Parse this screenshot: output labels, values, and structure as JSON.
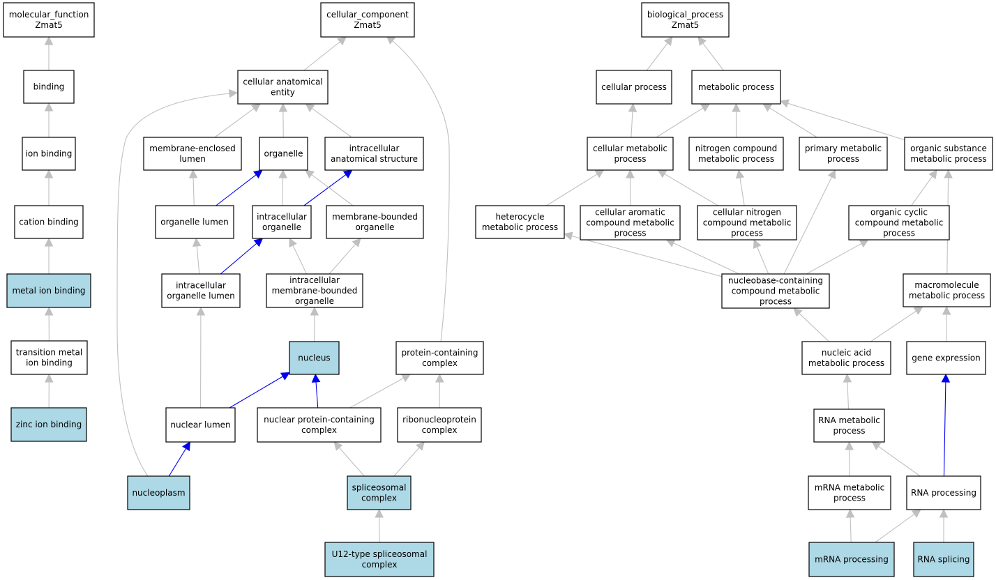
{
  "colors": {
    "highlight_fill": "#add8e6",
    "default_fill": "#ffffff",
    "edge_grey": "#c0c0c0",
    "edge_blue": "#0000ee"
  },
  "nodes": [
    {
      "id": "mf_root",
      "lines": [
        "molecular_function",
        "Zmat5"
      ],
      "highlight": false
    },
    {
      "id": "binding",
      "lines": [
        "binding"
      ],
      "highlight": false
    },
    {
      "id": "ion_binding",
      "lines": [
        "ion binding"
      ],
      "highlight": false
    },
    {
      "id": "cation_binding",
      "lines": [
        "cation binding"
      ],
      "highlight": false
    },
    {
      "id": "metal_ion_binding",
      "lines": [
        "metal ion binding"
      ],
      "highlight": true
    },
    {
      "id": "transition_metal",
      "lines": [
        "transition metal",
        "ion binding"
      ],
      "highlight": false
    },
    {
      "id": "zinc_ion_binding",
      "lines": [
        "zinc ion binding"
      ],
      "highlight": true
    },
    {
      "id": "cc_root",
      "lines": [
        "cellular_component",
        "Zmat5"
      ],
      "highlight": false
    },
    {
      "id": "cae",
      "lines": [
        "cellular anatomical",
        "entity"
      ],
      "highlight": false
    },
    {
      "id": "mem_encl_lumen",
      "lines": [
        "membrane-enclosed",
        "lumen"
      ],
      "highlight": false
    },
    {
      "id": "organelle",
      "lines": [
        "organelle"
      ],
      "highlight": false
    },
    {
      "id": "intra_anat",
      "lines": [
        "intracellular",
        "anatomical structure"
      ],
      "highlight": false
    },
    {
      "id": "organelle_lumen",
      "lines": [
        "organelle lumen"
      ],
      "highlight": false
    },
    {
      "id": "intra_organelle",
      "lines": [
        "intracellular",
        "organelle"
      ],
      "highlight": false
    },
    {
      "id": "mem_bound_org",
      "lines": [
        "membrane-bounded",
        "organelle"
      ],
      "highlight": false
    },
    {
      "id": "intra_org_lumen",
      "lines": [
        "intracellular",
        "organelle lumen"
      ],
      "highlight": false
    },
    {
      "id": "intra_mem_bound",
      "lines": [
        "intracellular",
        "membrane-bounded",
        "organelle"
      ],
      "highlight": false
    },
    {
      "id": "nucleus",
      "lines": [
        "nucleus"
      ],
      "highlight": true
    },
    {
      "id": "protein_complex",
      "lines": [
        "protein-containing",
        "complex"
      ],
      "highlight": false
    },
    {
      "id": "nuclear_lumen",
      "lines": [
        "nuclear lumen"
      ],
      "highlight": false
    },
    {
      "id": "nuclear_protein_complex",
      "lines": [
        "nuclear protein-containing",
        "complex"
      ],
      "highlight": false
    },
    {
      "id": "ribonucleoprotein",
      "lines": [
        "ribonucleoprotein",
        "complex"
      ],
      "highlight": false
    },
    {
      "id": "nucleoplasm",
      "lines": [
        "nucleoplasm"
      ],
      "highlight": true
    },
    {
      "id": "spliceosomal",
      "lines": [
        "spliceosomal",
        "complex"
      ],
      "highlight": true
    },
    {
      "id": "u12_spliceosomal",
      "lines": [
        "U12-type spliceosomal",
        "complex"
      ],
      "highlight": true
    },
    {
      "id": "bp_root",
      "lines": [
        "biological_process",
        "Zmat5"
      ],
      "highlight": false
    },
    {
      "id": "cellular_process",
      "lines": [
        "cellular process"
      ],
      "highlight": false
    },
    {
      "id": "metabolic_process",
      "lines": [
        "metabolic process"
      ],
      "highlight": false
    },
    {
      "id": "cell_metabolic",
      "lines": [
        "cellular metabolic",
        "process"
      ],
      "highlight": false
    },
    {
      "id": "nitrogen_compound",
      "lines": [
        "nitrogen compound",
        "metabolic process"
      ],
      "highlight": false
    },
    {
      "id": "primary_metabolic",
      "lines": [
        "primary metabolic",
        "process"
      ],
      "highlight": false
    },
    {
      "id": "organic_substance",
      "lines": [
        "organic substance",
        "metabolic process"
      ],
      "highlight": false
    },
    {
      "id": "heterocycle",
      "lines": [
        "heterocycle",
        "metabolic process"
      ],
      "highlight": false
    },
    {
      "id": "cell_aromatic",
      "lines": [
        "cellular aromatic",
        "compound metabolic",
        "process"
      ],
      "highlight": false
    },
    {
      "id": "cell_nitrogen",
      "lines": [
        "cellular nitrogen",
        "compound metabolic",
        "process"
      ],
      "highlight": false
    },
    {
      "id": "organic_cyclic",
      "lines": [
        "organic cyclic",
        "compound metabolic",
        "process"
      ],
      "highlight": false
    },
    {
      "id": "nucleobase",
      "lines": [
        "nucleobase-containing",
        "compound metabolic",
        "process"
      ],
      "highlight": false
    },
    {
      "id": "macromolecule",
      "lines": [
        "macromolecule",
        "metabolic process"
      ],
      "highlight": false
    },
    {
      "id": "nucleic_acid",
      "lines": [
        "nucleic acid",
        "metabolic process"
      ],
      "highlight": false
    },
    {
      "id": "gene_expression",
      "lines": [
        "gene expression"
      ],
      "highlight": false
    },
    {
      "id": "rna_metabolic",
      "lines": [
        "RNA metabolic",
        "process"
      ],
      "highlight": false
    },
    {
      "id": "mrna_metabolic",
      "lines": [
        "mRNA metabolic",
        "process"
      ],
      "highlight": false
    },
    {
      "id": "rna_processing",
      "lines": [
        "RNA processing"
      ],
      "highlight": false
    },
    {
      "id": "mrna_processing",
      "lines": [
        "mRNA processing"
      ],
      "highlight": true
    },
    {
      "id": "rna_splicing",
      "lines": [
        "RNA splicing"
      ],
      "highlight": true
    }
  ],
  "edges": [
    {
      "from": "binding",
      "to": "mf_root",
      "type": "is_a"
    },
    {
      "from": "ion_binding",
      "to": "binding",
      "type": "is_a"
    },
    {
      "from": "cation_binding",
      "to": "ion_binding",
      "type": "is_a"
    },
    {
      "from": "metal_ion_binding",
      "to": "cation_binding",
      "type": "is_a"
    },
    {
      "from": "transition_metal",
      "to": "metal_ion_binding",
      "type": "is_a"
    },
    {
      "from": "zinc_ion_binding",
      "to": "transition_metal",
      "type": "is_a"
    },
    {
      "from": "cae",
      "to": "cc_root",
      "type": "is_a"
    },
    {
      "from": "protein_complex",
      "to": "cc_root",
      "type": "is_a"
    },
    {
      "from": "mem_encl_lumen",
      "to": "cae",
      "type": "is_a"
    },
    {
      "from": "organelle",
      "to": "cae",
      "type": "is_a"
    },
    {
      "from": "intra_anat",
      "to": "cae",
      "type": "is_a"
    },
    {
      "from": "nucleoplasm",
      "to": "cae",
      "type": "is_a"
    },
    {
      "from": "organelle_lumen",
      "to": "mem_encl_lumen",
      "type": "is_a"
    },
    {
      "from": "organelle_lumen",
      "to": "organelle",
      "type": "part_of"
    },
    {
      "from": "intra_organelle",
      "to": "organelle",
      "type": "is_a"
    },
    {
      "from": "intra_organelle",
      "to": "intra_anat",
      "type": "part_of"
    },
    {
      "from": "mem_bound_org",
      "to": "organelle",
      "type": "is_a"
    },
    {
      "from": "intra_org_lumen",
      "to": "organelle_lumen",
      "type": "is_a"
    },
    {
      "from": "intra_org_lumen",
      "to": "intra_organelle",
      "type": "part_of"
    },
    {
      "from": "intra_mem_bound",
      "to": "intra_organelle",
      "type": "is_a"
    },
    {
      "from": "intra_mem_bound",
      "to": "mem_bound_org",
      "type": "is_a"
    },
    {
      "from": "nucleus",
      "to": "intra_mem_bound",
      "type": "is_a"
    },
    {
      "from": "nuclear_lumen",
      "to": "intra_org_lumen",
      "type": "is_a"
    },
    {
      "from": "nuclear_lumen",
      "to": "nucleus",
      "type": "part_of"
    },
    {
      "from": "nuclear_protein_complex",
      "to": "nucleus",
      "type": "part_of"
    },
    {
      "from": "nuclear_protein_complex",
      "to": "protein_complex",
      "type": "is_a"
    },
    {
      "from": "ribonucleoprotein",
      "to": "protein_complex",
      "type": "is_a"
    },
    {
      "from": "nucleoplasm",
      "to": "nuclear_lumen",
      "type": "part_of"
    },
    {
      "from": "spliceosomal",
      "to": "nuclear_protein_complex",
      "type": "is_a"
    },
    {
      "from": "spliceosomal",
      "to": "ribonucleoprotein",
      "type": "is_a"
    },
    {
      "from": "u12_spliceosomal",
      "to": "spliceosomal",
      "type": "is_a"
    },
    {
      "from": "cellular_process",
      "to": "bp_root",
      "type": "is_a"
    },
    {
      "from": "metabolic_process",
      "to": "bp_root",
      "type": "is_a"
    },
    {
      "from": "cell_metabolic",
      "to": "cellular_process",
      "type": "is_a"
    },
    {
      "from": "cell_metabolic",
      "to": "metabolic_process",
      "type": "is_a"
    },
    {
      "from": "nitrogen_compound",
      "to": "metabolic_process",
      "type": "is_a"
    },
    {
      "from": "primary_metabolic",
      "to": "metabolic_process",
      "type": "is_a"
    },
    {
      "from": "organic_substance",
      "to": "metabolic_process",
      "type": "is_a"
    },
    {
      "from": "heterocycle",
      "to": "cell_metabolic",
      "type": "is_a"
    },
    {
      "from": "cell_aromatic",
      "to": "cell_metabolic",
      "type": "is_a"
    },
    {
      "from": "cell_nitrogen",
      "to": "cell_metabolic",
      "type": "is_a"
    },
    {
      "from": "cell_nitrogen",
      "to": "nitrogen_compound",
      "type": "is_a"
    },
    {
      "from": "organic_cyclic",
      "to": "organic_substance",
      "type": "is_a"
    },
    {
      "from": "nucleobase",
      "to": "heterocycle",
      "type": "is_a"
    },
    {
      "from": "nucleobase",
      "to": "cell_aromatic",
      "type": "is_a"
    },
    {
      "from": "nucleobase",
      "to": "cell_nitrogen",
      "type": "is_a"
    },
    {
      "from": "nucleobase",
      "to": "primary_metabolic",
      "type": "is_a"
    },
    {
      "from": "nucleobase",
      "to": "organic_cyclic",
      "type": "is_a"
    },
    {
      "from": "macromolecule",
      "to": "organic_substance",
      "type": "is_a"
    },
    {
      "from": "nucleic_acid",
      "to": "nucleobase",
      "type": "is_a"
    },
    {
      "from": "nucleic_acid",
      "to": "macromolecule",
      "type": "is_a"
    },
    {
      "from": "gene_expression",
      "to": "macromolecule",
      "type": "is_a"
    },
    {
      "from": "rna_metabolic",
      "to": "nucleic_acid",
      "type": "is_a"
    },
    {
      "from": "mrna_metabolic",
      "to": "rna_metabolic",
      "type": "is_a"
    },
    {
      "from": "rna_processing",
      "to": "rna_metabolic",
      "type": "is_a"
    },
    {
      "from": "rna_processing",
      "to": "gene_expression",
      "type": "part_of"
    },
    {
      "from": "mrna_processing",
      "to": "mrna_metabolic",
      "type": "is_a"
    },
    {
      "from": "mrna_processing",
      "to": "rna_processing",
      "type": "is_a"
    },
    {
      "from": "rna_splicing",
      "to": "rna_processing",
      "type": "is_a"
    }
  ]
}
